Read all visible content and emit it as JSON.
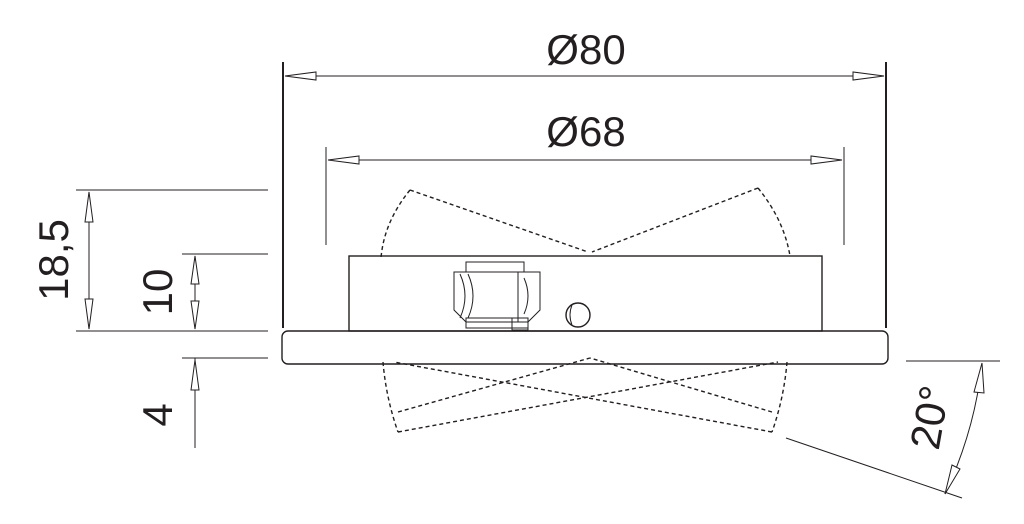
{
  "drawing": {
    "line_color": "#231f20",
    "background": "#ffffff",
    "dimensions": {
      "outer_diameter": "Ø80",
      "inner_diameter": "Ø68",
      "total_height": "18,5",
      "body_height": "10",
      "flange_thickness": "4",
      "tilt_angle": "20°"
    }
  }
}
